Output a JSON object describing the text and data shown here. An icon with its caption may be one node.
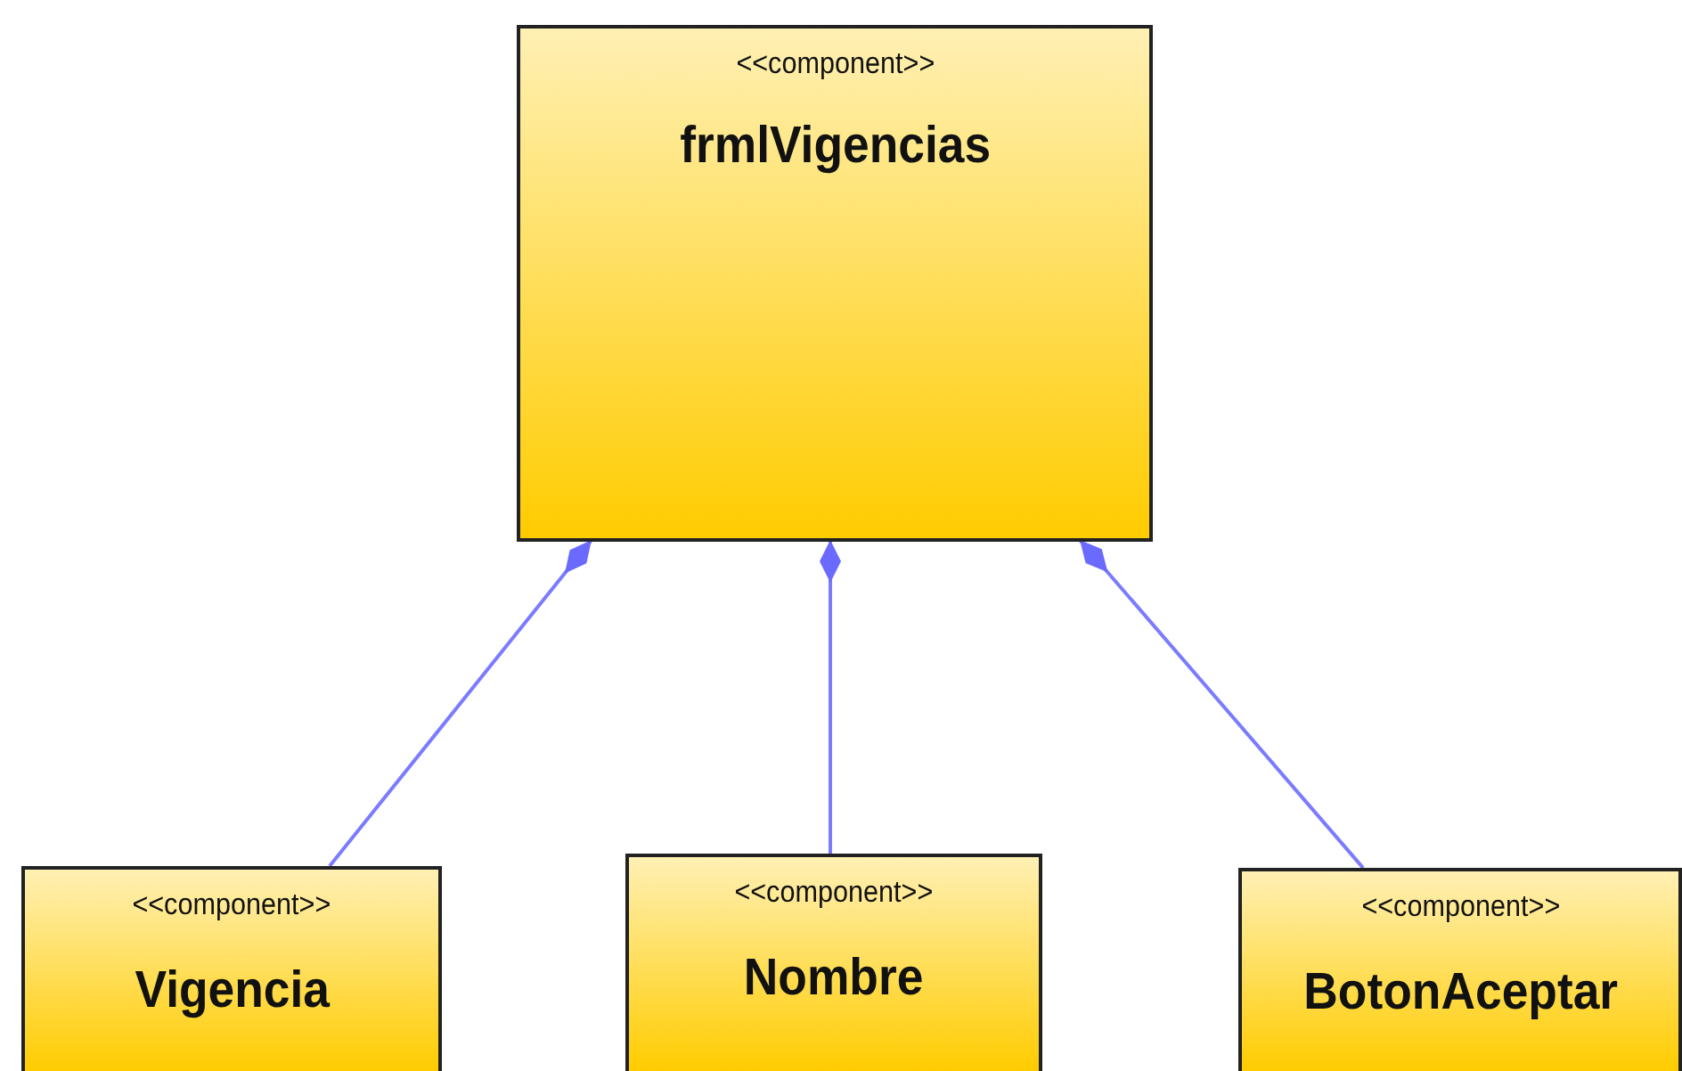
{
  "diagram": {
    "nodes": [
      {
        "text": [
          "<<component>>",
          "frmlVigencias"
        ]
      },
      {
        "text": [
          "<<component>>",
          "Vigencia"
        ]
      },
      {
        "text": [
          "<<component>>",
          "Nombre"
        ]
      },
      {
        "text": [
          "<<component>>",
          "BotonAceptar"
        ]
      }
    ],
    "edges": [
      {
        "from": 0,
        "to": 1,
        "arrow": "other"
      },
      {
        "from": 0,
        "to": 2,
        "arrow": "other"
      },
      {
        "from": 0,
        "to": 3,
        "arrow": "other"
      }
    ]
  }
}
